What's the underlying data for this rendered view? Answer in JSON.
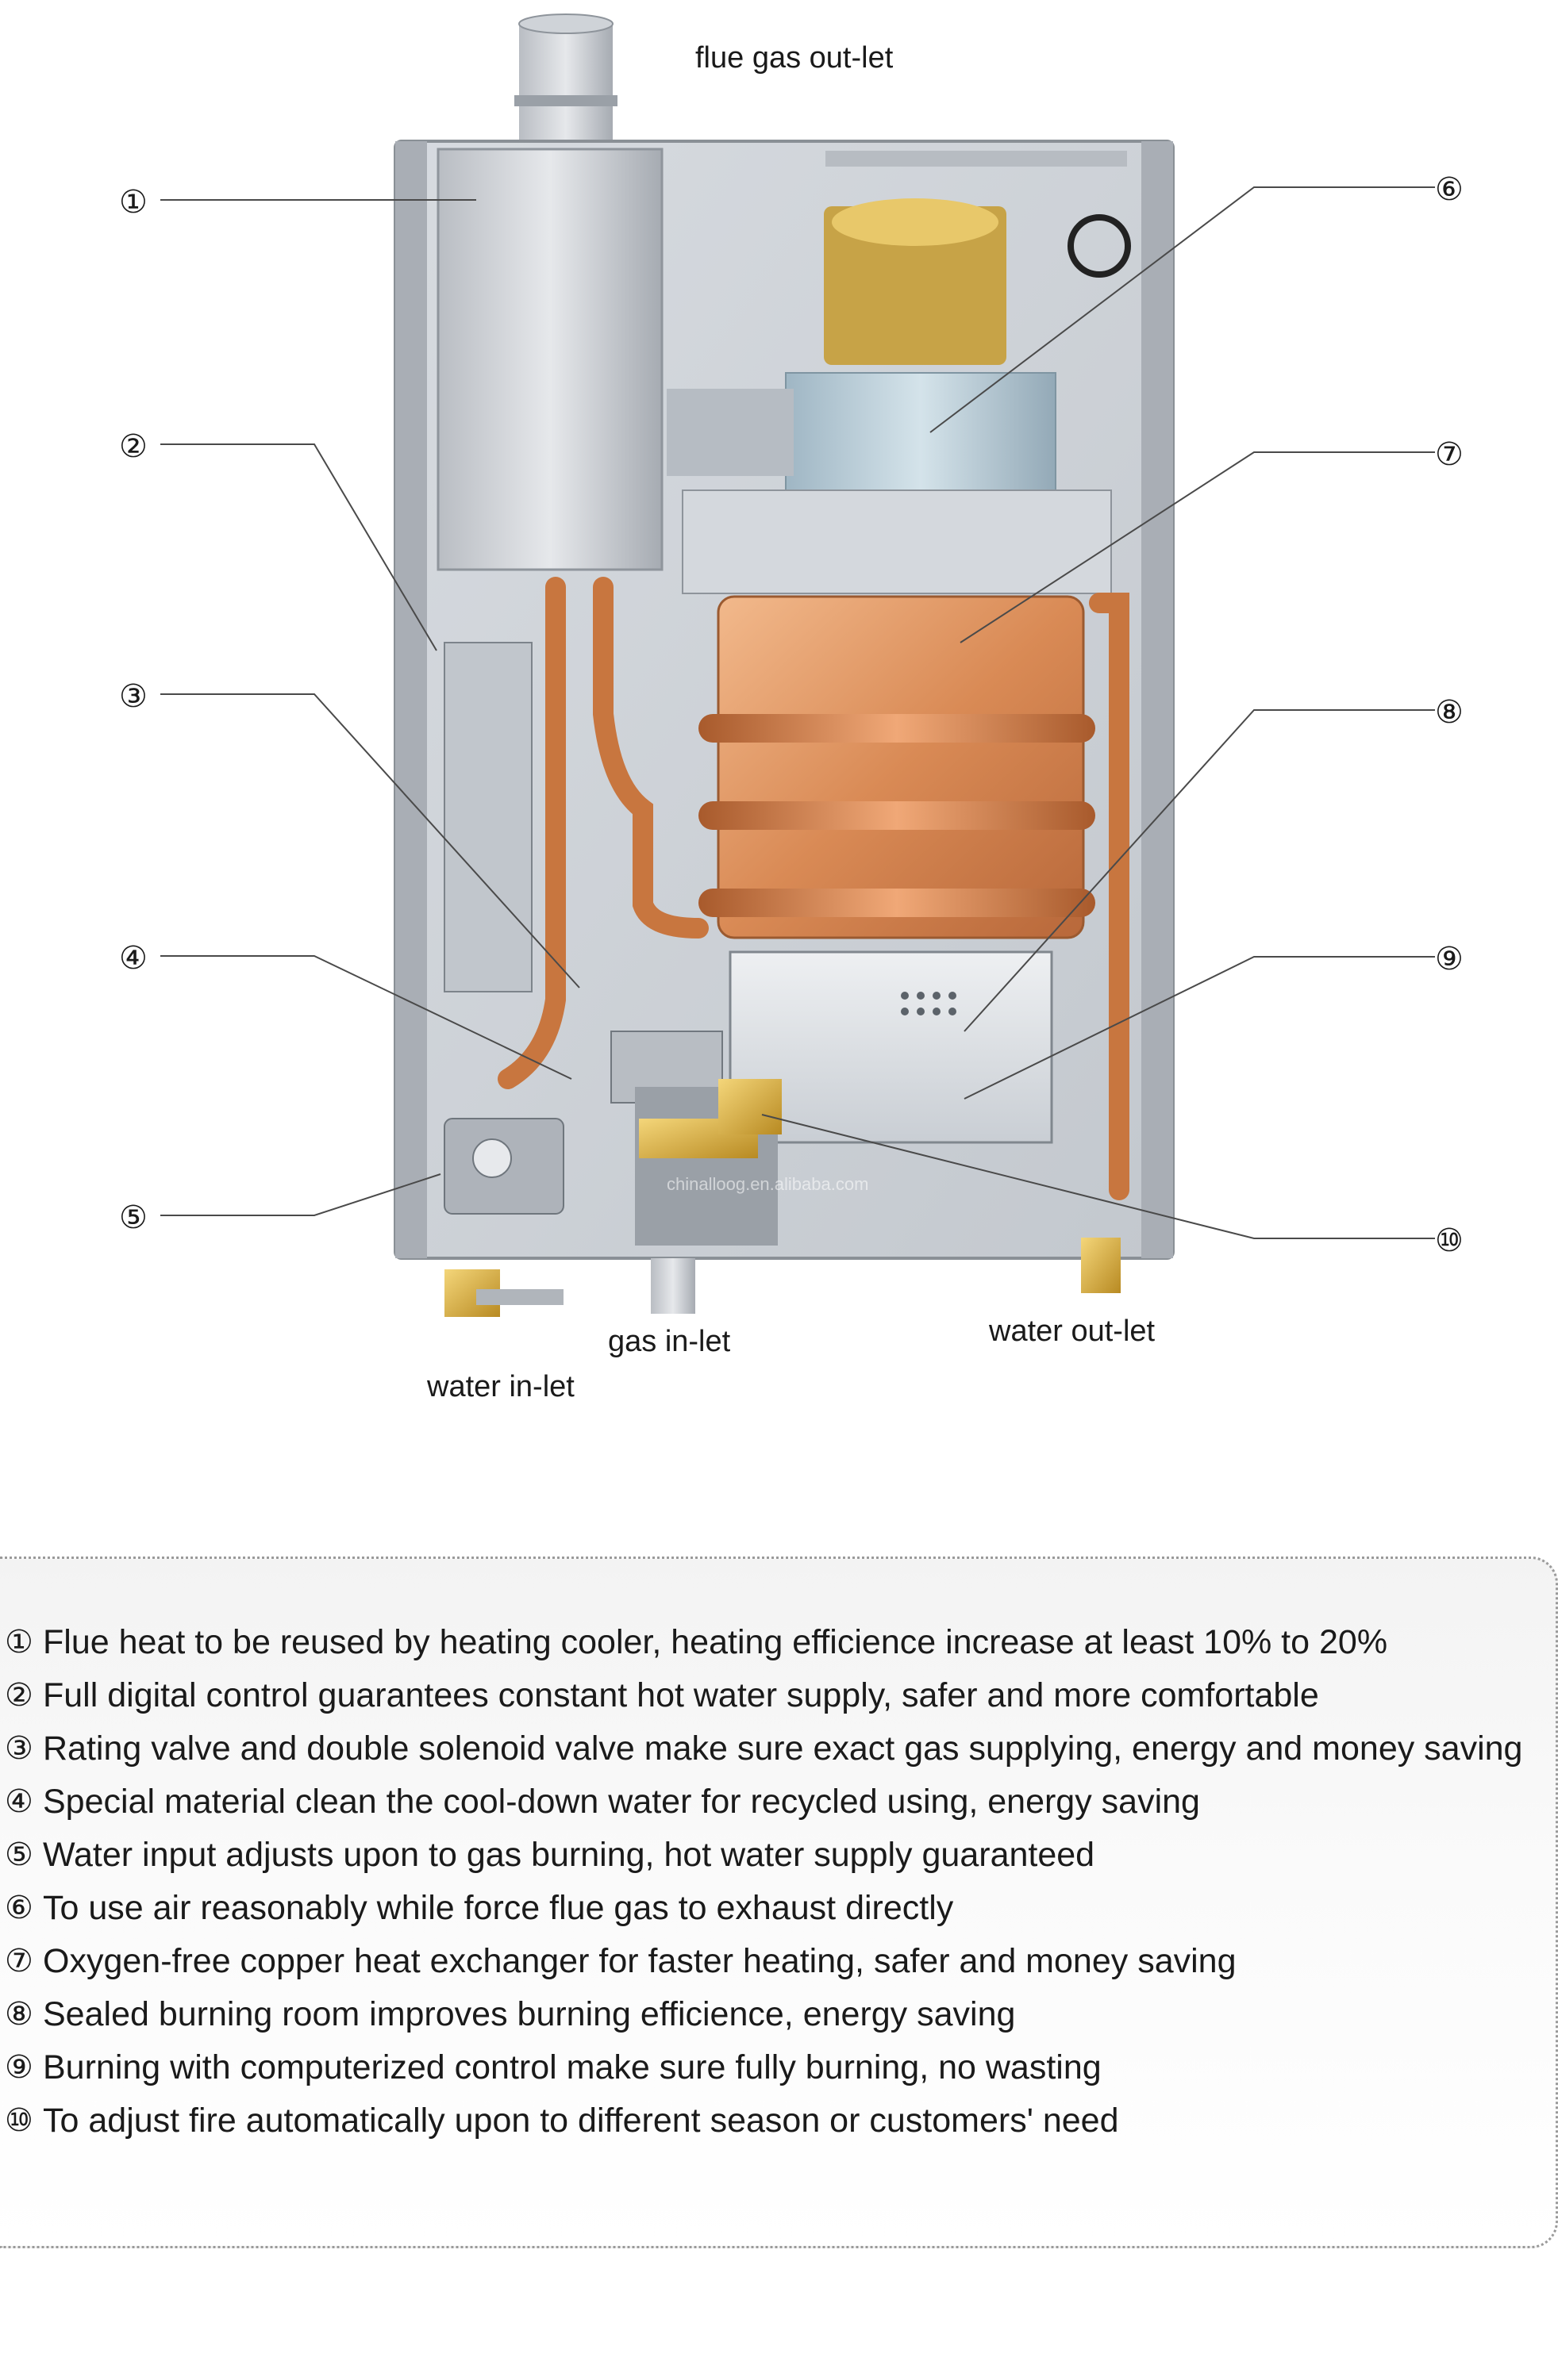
{
  "diagram": {
    "callouts": {
      "flue": "flue gas out-let",
      "gas_in": "gas in-let",
      "water_out": "water out-let",
      "water_in": "water in-let"
    },
    "numbers": [
      "①",
      "②",
      "③",
      "④",
      "⑤",
      "⑥",
      "⑦",
      "⑧",
      "⑨",
      "⑩"
    ],
    "watermark": "chinalloog.en.alibaba.com"
  },
  "features": [
    {
      "marker": "①",
      "text": "Flue heat to be reused by heating cooler, heating efficience increase at least 10% to 20%"
    },
    {
      "marker": "②",
      "text": "Full digital control guarantees constant hot water supply, safer and more comfortable"
    },
    {
      "marker": "③",
      "text": "Rating valve and double solenoid valve make sure exact gas supplying, energy and money saving"
    },
    {
      "marker": "④",
      "text": "Special material clean the cool-down water for recycled using, energy saving"
    },
    {
      "marker": "⑤",
      "text": "Water input adjusts upon to gas burning, hot water supply guaranteed"
    },
    {
      "marker": "⑥",
      "text": "To use air reasonably while force flue gas to exhaust directly"
    },
    {
      "marker": "⑦",
      "text": "Oxygen-free copper heat exchanger for faster heating, safer and money saving"
    },
    {
      "marker": "⑧",
      "text": "Sealed burning room improves burning efficience, energy saving"
    },
    {
      "marker": "⑨",
      "text": "Burning with computerized control make sure fully burning, no wasting"
    },
    {
      "marker": "⑩",
      "text": "To adjust fire automatically upon to different season or customers' need"
    }
  ]
}
